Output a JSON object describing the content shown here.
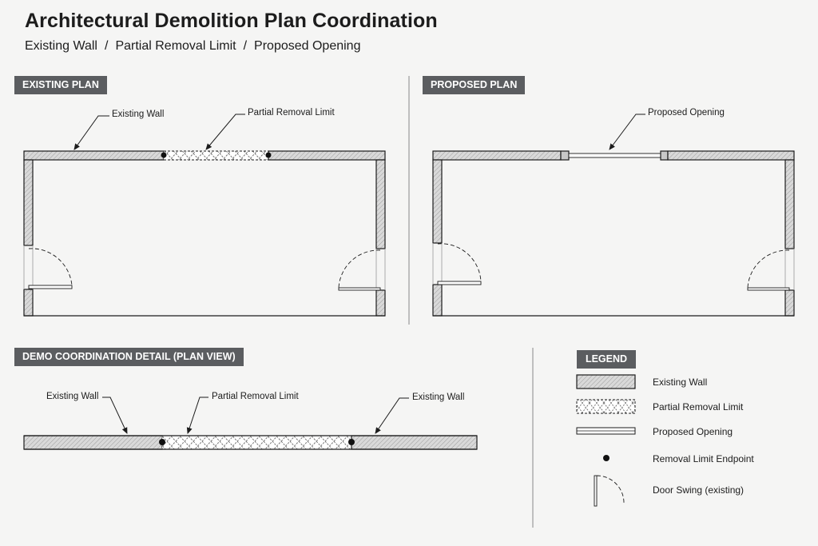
{
  "title": "Architectural Demolition Plan Coordination",
  "subtitle": {
    "item1": "Existing Wall",
    "item2": "Partial Removal Limit",
    "item3": "Proposed Opening",
    "separator": "/"
  },
  "existing_plan": {
    "tag": "EXISTING PLAN",
    "callout_wall": "Existing Wall",
    "callout_removal": "Partial Removal Limit"
  },
  "proposed_plan": {
    "tag": "PROPOSED PLAN",
    "callout_opening": "Proposed Opening"
  },
  "detail": {
    "tag": "DEMO COORDINATION DETAIL (PLAN VIEW)",
    "callout_wall_left": "Existing Wall",
    "callout_removal": "Partial Removal Limit",
    "callout_wall_right": "Existing Wall"
  },
  "legend": {
    "tag": "LEGEND",
    "items": [
      {
        "label": "Existing Wall",
        "icon": "wall-hatch"
      },
      {
        "label": "Partial Removal Limit",
        "icon": "removal-hatch"
      },
      {
        "label": "Proposed Opening",
        "icon": "opening-line"
      },
      {
        "label": "Removal Limit Endpoint",
        "icon": "endpoint-dot"
      },
      {
        "label": "Door Swing (existing)",
        "icon": "door-swing"
      }
    ]
  },
  "colors": {
    "background": "#f5f5f4",
    "tag_bg": "#5b5d60",
    "line": "#1c1c1c",
    "wall_fill": "#d9d9d9"
  }
}
